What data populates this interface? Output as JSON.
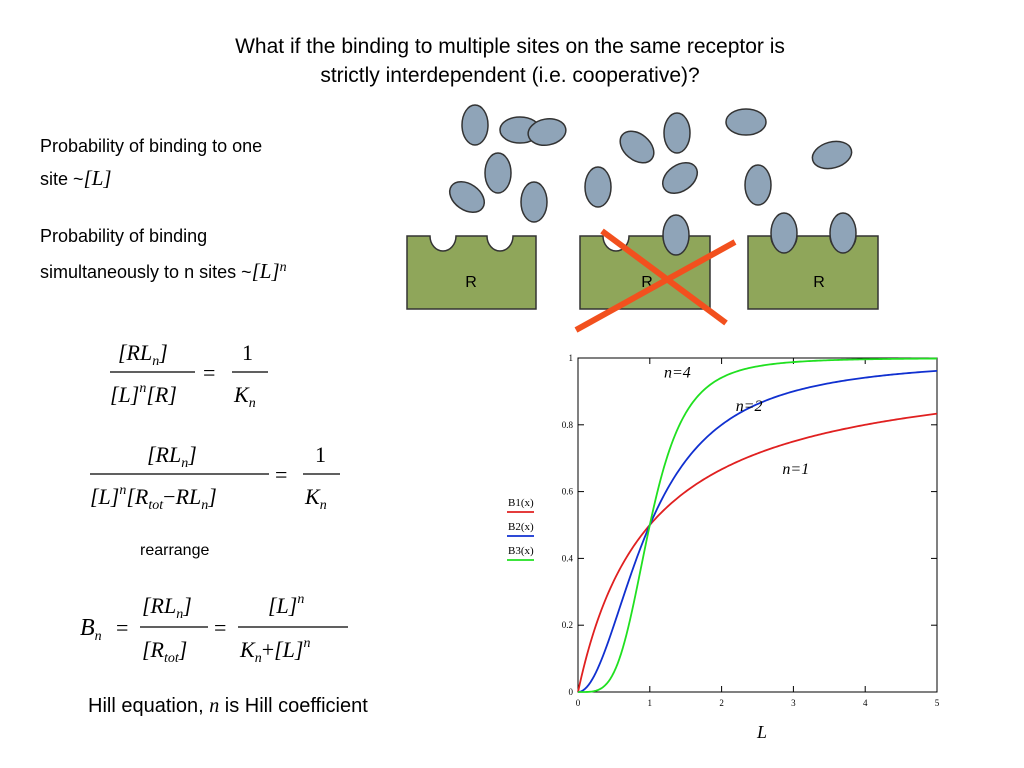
{
  "slide": {
    "title_line1": "What if the binding to multiple sites on the same receptor is",
    "title_line2": "strictly interdependent (i.e. cooperative)?",
    "prob_one_line1": "Probability of binding to one",
    "prob_one_line2": "site ~",
    "prob_one_math": "[L]",
    "prob_multi_line1": "Probability of binding",
    "prob_multi_line2": "simultaneously to n sites ~",
    "prob_multi_math": "[L]",
    "prob_multi_exp": "n",
    "rearrange_label": "rearrange",
    "hill_prefix": "Hill equation, ",
    "hill_n": "n",
    "hill_suffix": " is Hill coefficient"
  },
  "receptor": {
    "label": "R",
    "fill_color": "#8fa65a",
    "ligand_color": "#8fa4b8",
    "cross_color": "#f2501e"
  },
  "equations": {
    "eq1": {
      "num_left": "[RL",
      "sub_n": "n",
      "num_right": "]",
      "den_L": "[L]",
      "sup_n": "n",
      "den_R": "[R]",
      "equals": "=",
      "one": "1",
      "K": "K"
    },
    "eq2": {
      "num_left": "[RL",
      "sub_n": "n",
      "num_right": "]",
      "den_L": "[L]",
      "sup_n": "n",
      "den_R": "[R",
      "sub_tot": "tot",
      "minus": "−",
      "RL": "RL",
      "close": "]",
      "equals": "=",
      "one": "1",
      "K": "K"
    },
    "eq3": {
      "B": "B",
      "sub_n": "n",
      "equals": "=",
      "num_left": "[RL",
      "num_right": "]",
      "den_R": "[R",
      "sub_tot": "tot",
      "den_close": "]",
      "L": "[L]",
      "sup_n": "n",
      "K": "K",
      "plus": "+"
    }
  },
  "chart_data": {
    "type": "line",
    "xlabel": "L",
    "ylabel": "",
    "xlim": [
      0,
      5
    ],
    "ylim": [
      0,
      1
    ],
    "xticks": [
      "0",
      "1",
      "2",
      "3",
      "4",
      "5"
    ],
    "yticks": [
      "0",
      "0.2",
      "0.4",
      "0.6",
      "0.8",
      "1"
    ],
    "x": [
      0,
      0.25,
      0.5,
      0.75,
      1,
      1.25,
      1.5,
      2,
      2.5,
      3,
      3.5,
      4,
      4.5,
      5
    ],
    "series": [
      {
        "name": "B1(x)",
        "color": "#e02020",
        "values": [
          0,
          0.2,
          0.333,
          0.429,
          0.5,
          0.556,
          0.6,
          0.667,
          0.714,
          0.75,
          0.778,
          0.8,
          0.818,
          0.833
        ]
      },
      {
        "name": "B2(x)",
        "color": "#1030d0",
        "values": [
          0,
          0.059,
          0.2,
          0.36,
          0.5,
          0.61,
          0.692,
          0.8,
          0.862,
          0.9,
          0.925,
          0.941,
          0.953,
          0.962
        ]
      },
      {
        "name": "B3(x)",
        "color": "#20e020",
        "values": [
          0,
          0.004,
          0.059,
          0.24,
          0.5,
          0.709,
          0.835,
          0.941,
          0.975,
          0.988,
          0.993,
          0.996,
          0.998,
          0.998
        ]
      }
    ],
    "annotations": [
      "n=4",
      "n=2",
      "n=1"
    ],
    "legend_position": "left-outside",
    "grid": false
  }
}
